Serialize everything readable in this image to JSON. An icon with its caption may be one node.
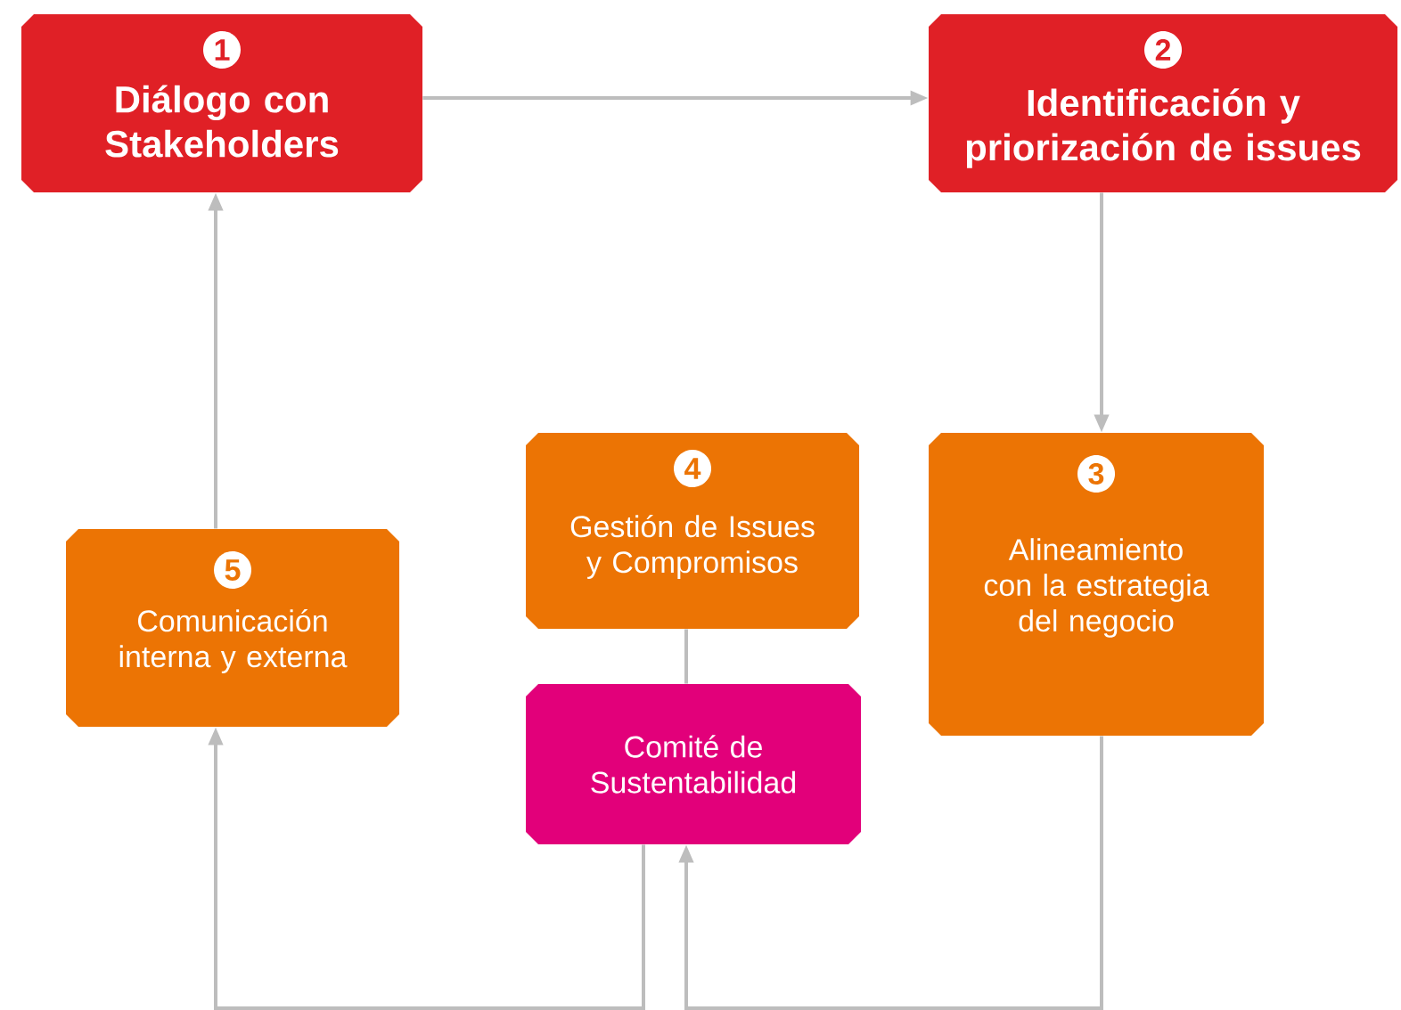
{
  "diagram": {
    "nodes": [
      {
        "text": [
          "1",
          "Diálogo con Stakeholders"
        ]
      },
      {
        "text": [
          "2",
          "Identificación y priorización de issues"
        ]
      },
      {
        "text": [
          "4",
          "Gestión de Issues y Compromisos"
        ]
      },
      {
        "text": [
          "3",
          "Alineamiento con la estrategia del negocio"
        ]
      },
      {
        "text": [
          "5",
          "Comunicación interna y externa"
        ]
      },
      {
        "text": [
          "Comité de Sustentabilidad"
        ]
      }
    ],
    "edges": [
      {
        "from": 0,
        "to": 1,
        "arrow": "to"
      },
      {
        "from": 1,
        "to": 3,
        "arrow": "to"
      },
      {
        "from": 3,
        "to": 5,
        "arrow": "to"
      },
      {
        "from": 5,
        "to": 4,
        "arrow": "to"
      },
      {
        "from": 4,
        "to": 0,
        "arrow": "to"
      },
      {
        "from": 2,
        "to": 5,
        "arrow": "none"
      }
    ]
  }
}
